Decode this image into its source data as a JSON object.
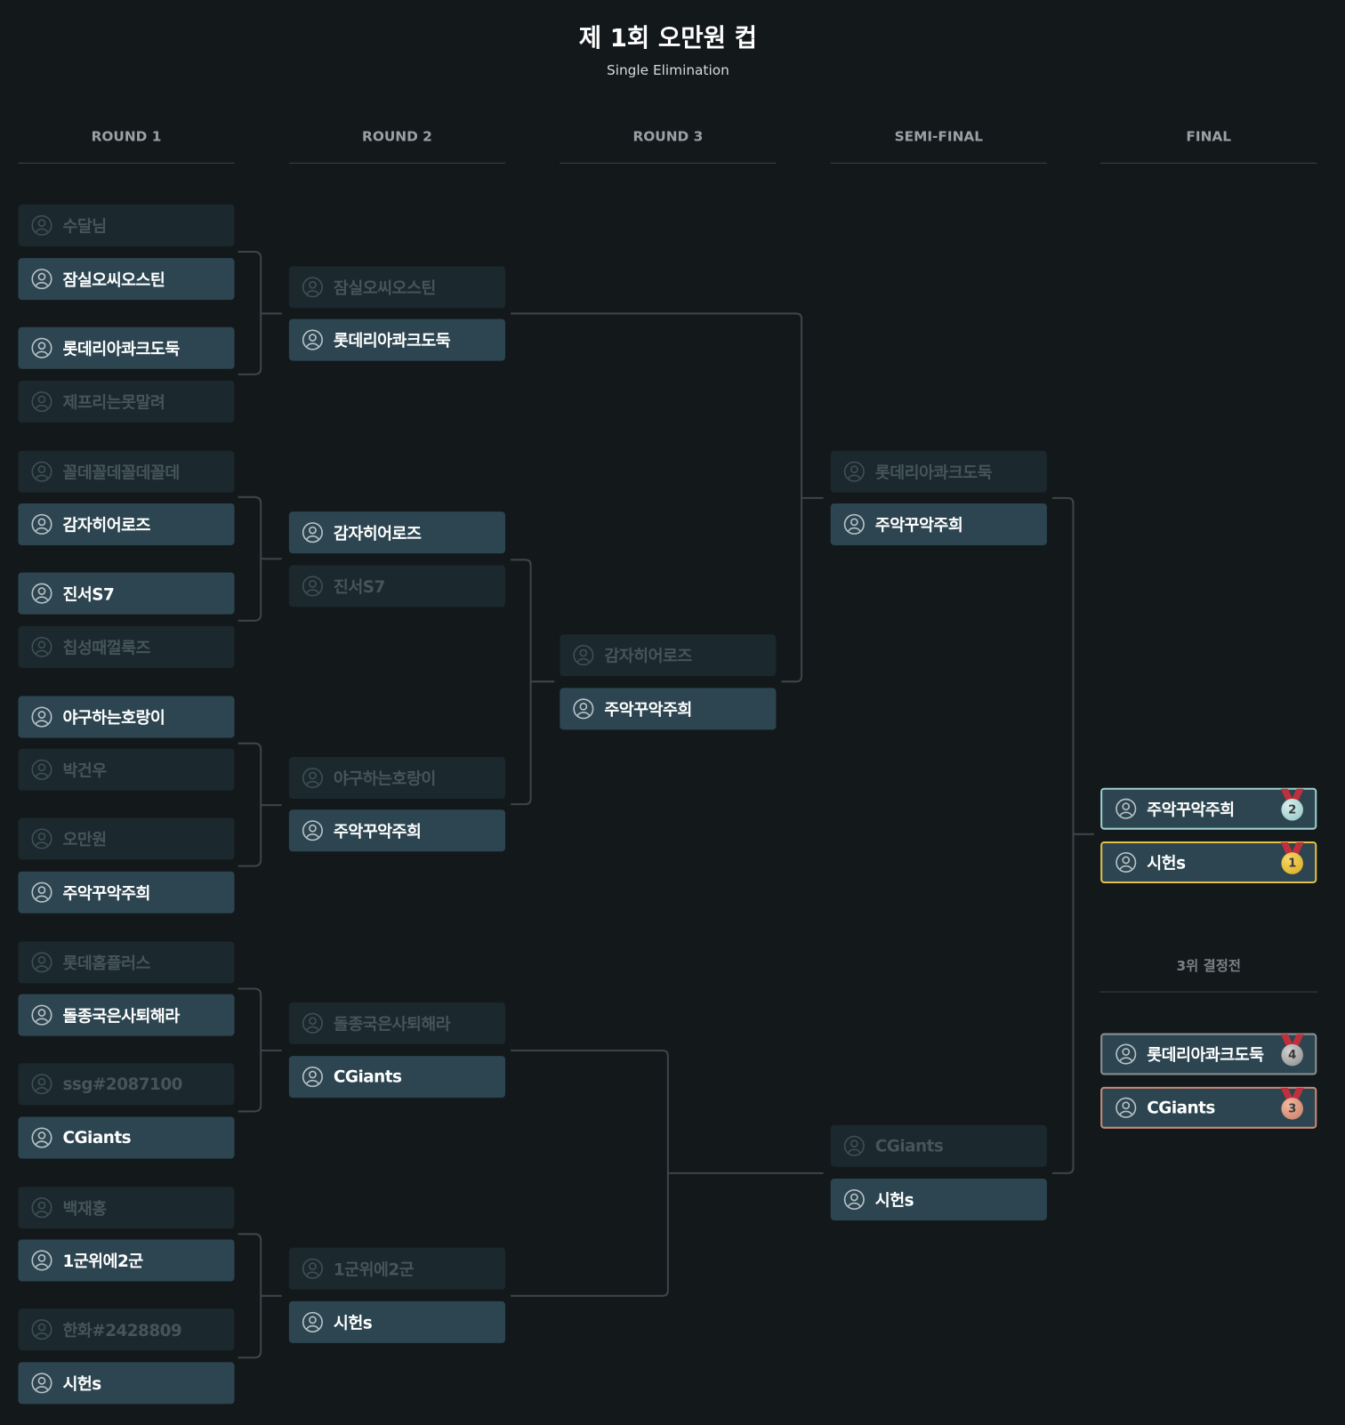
{
  "header": {
    "title": "제 1회 오만원 컵",
    "subtitle": "Single Elimination"
  },
  "rounds": [
    "ROUND 1",
    "ROUND 2",
    "ROUND 3",
    "SEMI-FINAL",
    "FINAL"
  ],
  "third_place_label": "3위 결정전",
  "colors": {
    "win_card": "#2c4550",
    "lose_card": "#1b282d",
    "gold": "#f2c94c",
    "silver": "#a8d8d6",
    "bronze": "#d9917a",
    "fourth": "#9a9a9a"
  },
  "columns": [
    {
      "cards": [
        {
          "name": "수달님",
          "win": false
        },
        {
          "name": "잠실오씨오스틴",
          "win": true
        },
        {
          "name": "롯데리아콰크도둑",
          "win": true
        },
        {
          "name": "제프리는못말려",
          "win": false
        },
        {
          "name": "꼴데꼴데꼴데꼴데",
          "win": false
        },
        {
          "name": "감자히어로즈",
          "win": true
        },
        {
          "name": "진서S7",
          "win": true
        },
        {
          "name": "칩성때껄룩즈",
          "win": false
        },
        {
          "name": "야구하는호랑이",
          "win": true
        },
        {
          "name": "박건우",
          "win": false
        },
        {
          "name": "오만원",
          "win": false
        },
        {
          "name": "주악꾸악주희",
          "win": true
        },
        {
          "name": "롯데홈플러스",
          "win": false
        },
        {
          "name": "돌종국은사퇴해라",
          "win": true
        },
        {
          "name": "ssg#2087100",
          "win": false
        },
        {
          "name": "CGiants",
          "win": true
        },
        {
          "name": "백재홍",
          "win": false
        },
        {
          "name": "1군위에2군",
          "win": true
        },
        {
          "name": "한화#2428809",
          "win": false
        },
        {
          "name": "시헌s",
          "win": true
        }
      ]
    },
    {
      "cards": [
        {
          "name": "잠실오씨오스틴",
          "win": false
        },
        {
          "name": "롯데리아콰크도둑",
          "win": true
        },
        {
          "name": "감자히어로즈",
          "win": true
        },
        {
          "name": "진서S7",
          "win": false
        },
        {
          "name": "야구하는호랑이",
          "win": false
        },
        {
          "name": "주악꾸악주희",
          "win": true
        },
        {
          "name": "돌종국은사퇴해라",
          "win": false
        },
        {
          "name": "CGiants",
          "win": true
        },
        {
          "name": "1군위에2군",
          "win": false
        },
        {
          "name": "시헌s",
          "win": true
        }
      ]
    },
    {
      "cards": [
        {
          "name": "감자히어로즈",
          "win": false
        },
        {
          "name": "주악꾸악주희",
          "win": true
        }
      ]
    },
    {
      "cards": [
        {
          "name": "롯데리아콰크도둑",
          "win": false
        },
        {
          "name": "주악꾸악주희",
          "win": true
        },
        {
          "name": "CGiants",
          "win": false
        },
        {
          "name": "시헌s",
          "win": true
        }
      ]
    },
    {
      "cards": [
        {
          "name": "주악꾸악주희",
          "win": true,
          "rank": "2",
          "medal": "silver"
        },
        {
          "name": "시헌s",
          "win": true,
          "rank": "1",
          "medal": "gold"
        },
        {
          "name": "롯데리아콰크도둑",
          "win": true,
          "rank": "4",
          "medal": "fourth"
        },
        {
          "name": "CGiants",
          "win": true,
          "rank": "3",
          "medal": "bronze"
        }
      ]
    }
  ]
}
